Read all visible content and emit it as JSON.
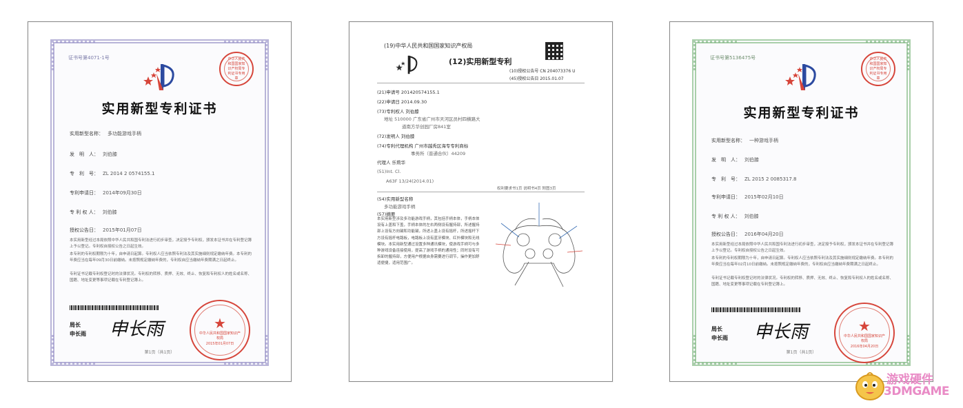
{
  "left_cert": {
    "number": "证书号第4071-1号",
    "title": "实用新型专利证书",
    "fields": [
      {
        "label": "实用新型名称：",
        "value": "多功能游戏手柄"
      },
      {
        "label": "发　明　人：",
        "value": "刘伯膝"
      },
      {
        "label": "专　利　号：",
        "value": "ZL 2014 2 0574155.1"
      },
      {
        "label": "专利申请日：",
        "value": "2014年09月30日"
      },
      {
        "label": "专 利 权 人：",
        "value": "刘伯膝"
      },
      {
        "label": "授权公告日：",
        "value": "2015年01月07日"
      }
    ],
    "paragraphs": [
      "本实用新型经过本局依照中华人民共和国专利法进行初步审查，决定授予专利权，颁发本证书并在专利登记簿上予以登记。专利权自授权公告之日起生效。",
      "本专利的专利权期限为十年，自申请日起算。专利权人应当依照专利法及其实施细则规定缴纳年费。本专利的年费应当在每年09月30日前缴纳。未按照规定缴纳年费的，专利权自应当缴纳年费期满之日起终止。",
      "专利证书记载专利权登记时的法律状况。专利权的转移、质押、无效、终止、恢复和专利权人的姓名或名称、国籍、地址变更等事项记载在专利登记簿上。"
    ],
    "director_title": "局长",
    "director_name": "申长雨",
    "signature": "申长雨",
    "seal_text": "中华人民共和国国家知识产权局",
    "seal_date": "2015年01月07日",
    "top_seal": "中华人民共和国国家知识产权局专利证书专用章",
    "page": "第1页（共1页）"
  },
  "middle_doc": {
    "header": "(19)中华人民共和国国家知识产权局",
    "kind": "(12)实用新型专利",
    "pub_no": "(10)授权公告号 CN 204073376 U",
    "pub_date": "(45)授权公告日 2015.01.07",
    "lines": [
      "(21)申请号 201420574155.1",
      "(22)申请日 2014.09.30",
      "(73)专利权人 刘伯膝",
      "地址 510000 广东省广州市天河区员村四横路大",
      "　　　　道南方华创园厂房841室",
      "(72)发明人 刘伯膝",
      "(74)专利代理机构 广州市越秀区海专专利商标",
      "　　　　　　事务所（普通合伙）44209",
      "代理人 乐莉华",
      "(51)Int. Cl.",
      "　　A63F 13/24(2014.01)"
    ],
    "claims_note": "权利要求书1页 说明书4页 附图3页",
    "name_label": "(54)实用新型名称",
    "name_value": "多功能游戏手柄",
    "abstract_label": "(57)摘要",
    "abstract_text": "本实用新型涉及多功能游戏手柄，其包括手柄本体，手柄本体设有上盖和下盖，手柄本体的左右两侧设有握持部，所述握持部上设有方向键和功能键，所述上盖上设有摇杆，所述摇杆下方设有摇杆电路板，电路板上设有蓝牙模块、红外模块和无线模块。本实用新型通过设置多种通讯模块，使游戏手柄可与多种游戏设备连接使用，提高了游戏手柄的通用性；同时设有可拆卸的握持部，方便用户根据自身需要进行调节，操作更加舒适便捷，适用范围广。"
  },
  "right_cert": {
    "number": "证书号第5136475号",
    "title": "实用新型专利证书",
    "fields": [
      {
        "label": "实用新型名称：",
        "value": "一种游戏手柄"
      },
      {
        "label": "发　明　人：",
        "value": "刘伯膝"
      },
      {
        "label": "专　利　号：",
        "value": "ZL 2015 2 0085317.8"
      },
      {
        "label": "专利申请日：",
        "value": "2015年02月10日"
      },
      {
        "label": "专 利 权 人：",
        "value": "刘伯膝"
      },
      {
        "label": "授权公告日：",
        "value": "2016年04月20日"
      }
    ],
    "paragraphs": [
      "本实用新型经过本局依照中华人民共和国专利法进行初步审查，决定授予专利权，颁发本证书并在专利登记簿上予以登记。专利权自授权公告之日起生效。",
      "本专利的专利权期限为十年，自申请日起算。专利权人应当依照专利法及其实施细则规定缴纳年费。本专利的年费应当在每年02月10日前缴纳。未按照规定缴纳年费的，专利权自应当缴纳年费期满之日起终止。",
      "专利证书记载专利权登记时的法律状况。专利权的转移、质押、无效、终止、恢复和专利权人的姓名或名称、国籍、地址变更等事项记载在专利登记簿上。"
    ],
    "director_title": "局长",
    "director_name": "申长雨",
    "signature": "申长雨",
    "seal_text": "中华人民共和国国家知识产权局",
    "seal_date": "2016年04月20日",
    "top_seal": "中华人民共和国国家知识产权局专利证书专用章",
    "page": "第1页（共1页）"
  },
  "watermark": {
    "cn": "游戏硬件",
    "en": "3DMGAME"
  },
  "colors": {
    "left_border": "#b8b4d8",
    "right_border": "#a9cfaa",
    "seal": "#d6453a",
    "watermark": "#e98bc6"
  }
}
